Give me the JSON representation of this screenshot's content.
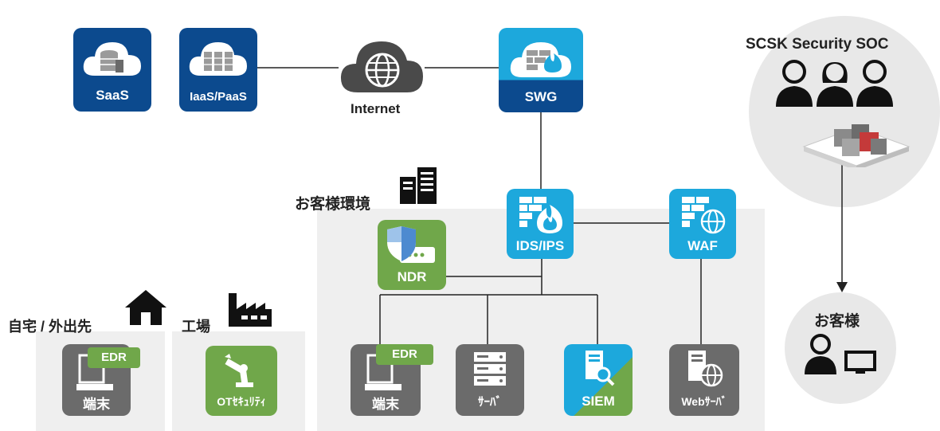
{
  "nodes": {
    "saas": "SaaS",
    "iaas": "IaaS/PaaS",
    "internet": "Internet",
    "swg": "SWG",
    "soc_title": "SCSK Security SOC",
    "env_label": "お客様環境",
    "ids": "IDS/IPS",
    "waf": "WAF",
    "ndr": "NDR",
    "home_label": "自宅 / 外出先",
    "factory_label": "工場",
    "edr": "EDR",
    "terminal": "端末",
    "ot": "OTｾｷｭﾘﾃｨ",
    "server": "ｻｰﾊﾞ",
    "siem": "SIEM",
    "webserver": "Webｻｰﾊﾞ",
    "customer": "お客様"
  },
  "colors": {
    "navy": "#0c4a8e",
    "cyan": "#1da8dc",
    "green": "#70a74a",
    "gray": "#6b6b6b",
    "zone": "#efefef",
    "cloud": "#4a4a4a"
  }
}
